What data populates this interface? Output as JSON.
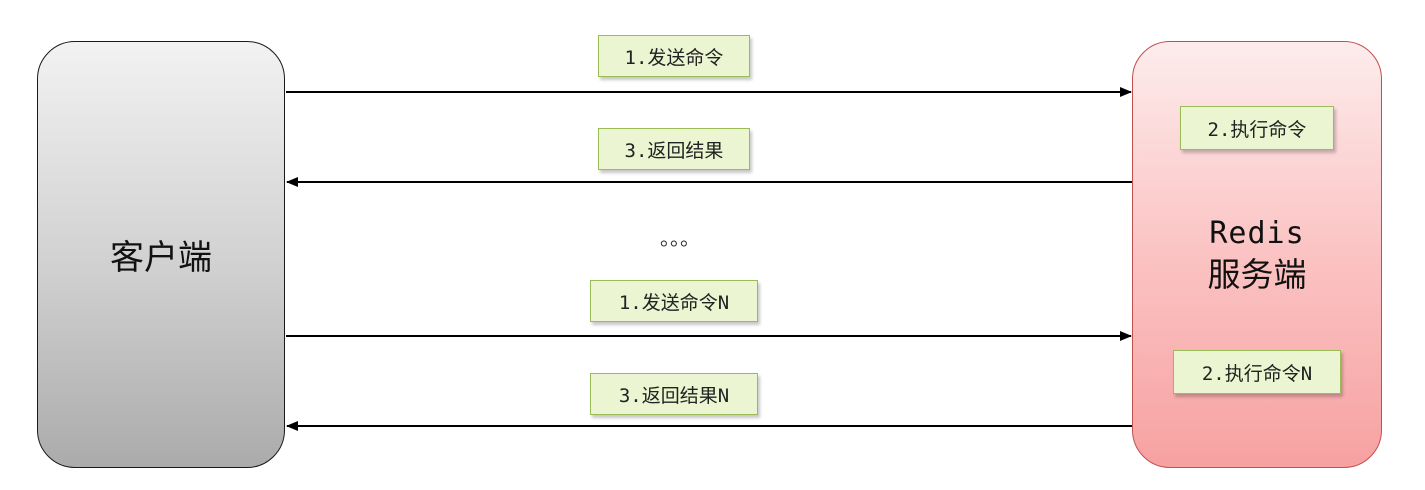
{
  "client": {
    "label": "客户端"
  },
  "server": {
    "line1": "Redis",
    "line2": "服务端"
  },
  "labels": {
    "send_cmd": "1.发送命令",
    "return_result": "3.返回结果",
    "send_cmd_n": "1.发送命令N",
    "return_result_n": "3.返回结果N",
    "exec_cmd": "2.执行命令",
    "exec_cmd_n": "2.执行命令N"
  },
  "ellipsis": "。。。",
  "colors": {
    "client_fill": "#cfcfcf",
    "server_fill": "#fbc3c3",
    "server_border": "#c0504d",
    "label_fill": "#ebf5d2",
    "label_border": "#9bbb59",
    "arrow": "#000000"
  }
}
